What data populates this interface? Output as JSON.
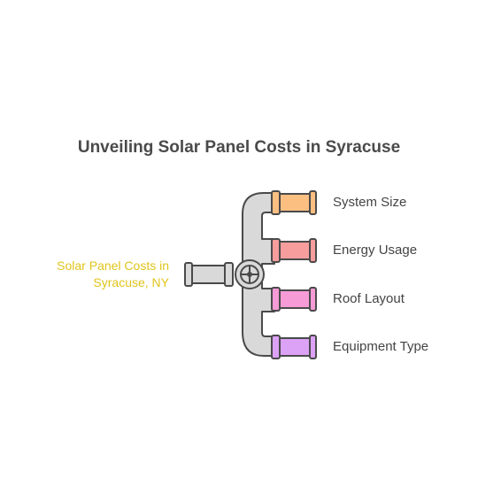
{
  "title": "Unveiling Solar Panel Costs in Syracuse",
  "source": {
    "line1": "Solar Panel Costs in",
    "line2": "Syracuse, NY",
    "color": "#e0c41c"
  },
  "branches": [
    {
      "label": "System Size",
      "color": "#fbbf82"
    },
    {
      "label": "Energy Usage",
      "color": "#f79d9d"
    },
    {
      "label": "Roof Layout",
      "color": "#f79bd6"
    },
    {
      "label": "Equipment Type",
      "color": "#dca2f6"
    }
  ],
  "pipe_color": "#d9d9d9",
  "outline_color": "#4a4a4a"
}
